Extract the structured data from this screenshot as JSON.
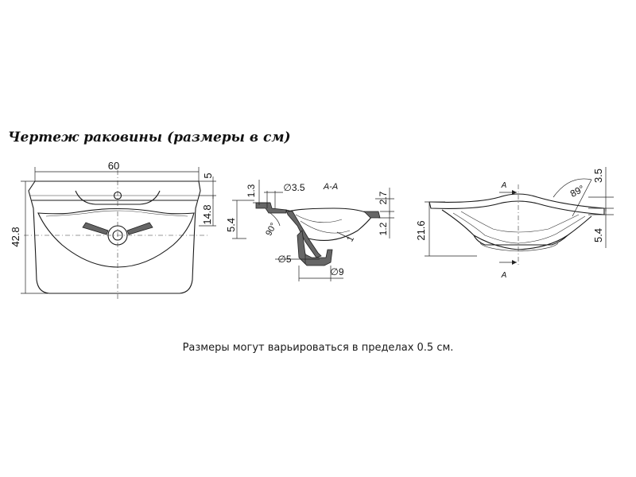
{
  "title": "Чертеж раковины (размеры в см)",
  "note": "Размеры могут варьироваться в пределах 0.5 см.",
  "front_view": {
    "width": "60",
    "depth": "42.8",
    "back_height": "5",
    "bowl_depth": "14.8",
    "front_offset": "5.4"
  },
  "section_view": {
    "section_label": "A-A",
    "rim_height": "1.3",
    "hole_diameter": "∅3.5",
    "angle": "90°",
    "wall_thickness": "1",
    "drain_diameter_small": "∅5",
    "drain_diameter_large": "∅9",
    "rim_thickness": "2.7",
    "edge_thickness": "1.2"
  },
  "side_view": {
    "cut_label_top": "A",
    "cut_label_bottom": "A",
    "angle": "89°",
    "height": "21.6",
    "top_offset": "3.5",
    "bottom_offset": "5.4"
  }
}
